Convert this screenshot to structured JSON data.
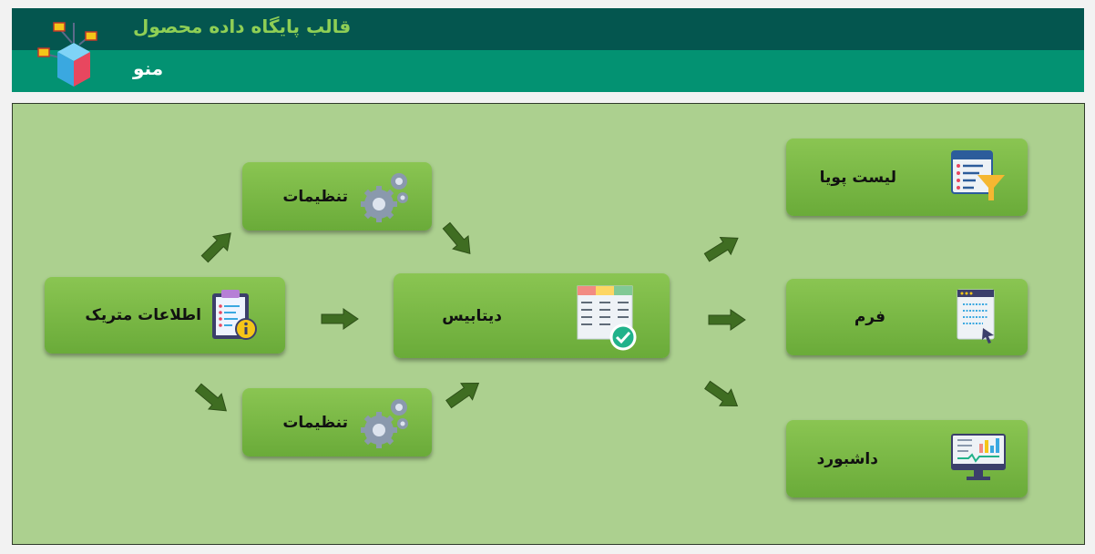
{
  "header": {
    "title": "قالب پایگاه داده محصول",
    "menu_label": "منو"
  },
  "nodes": {
    "metric_info": "اطلاعات متریک",
    "settings_top": "تنظیمات",
    "settings_bottom": "تنظیمات",
    "database": "دیتابیس",
    "dynamic_list": "لیست پویا",
    "form": "فرم",
    "dashboard": "داشبورد"
  },
  "icons": {
    "logo": "network-cube-icon",
    "metric_info": "clipboard-info-icon",
    "settings": "gears-icon",
    "database": "table-check-icon",
    "dynamic_list": "list-filter-icon",
    "form": "form-document-icon",
    "dashboard": "dashboard-monitor-icon",
    "arrow": "arrow-icon"
  },
  "colors": {
    "header_dark": "#04564f",
    "header_light": "#039272",
    "title_green": "#8fcf55",
    "canvas": "#acd08f",
    "card": "#7ab847",
    "arrow": "#3f6d22"
  }
}
